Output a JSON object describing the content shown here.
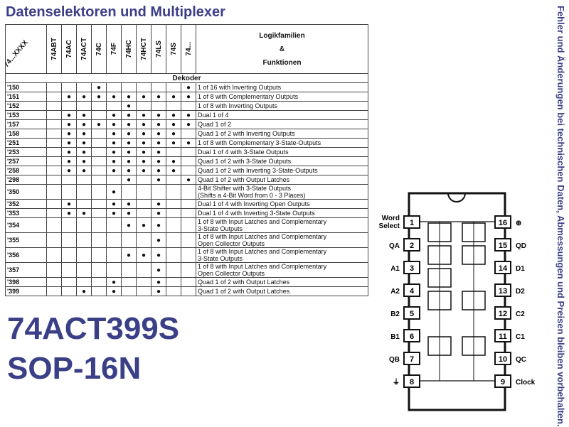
{
  "header": {
    "title": "Datenselektoren und Multiplexer"
  },
  "side_note": "Fehler und Änderungen bei technischen Daten, Abmessungen und Preisen bleiben vorbehalten.",
  "table": {
    "corner_label": "74...XXXX",
    "families": [
      "74ABT",
      "74AC",
      "74ACT",
      "74C",
      "74F",
      "74HC",
      "74HCT",
      "74LS",
      "74S",
      "74..."
    ],
    "func_header": [
      "Logikfamilien",
      "&",
      "Funktionen"
    ],
    "section": "Dekoder",
    "rows": [
      {
        "code": "'150",
        "dots": [
          0,
          0,
          0,
          1,
          0,
          0,
          0,
          0,
          0,
          1
        ],
        "func": "1 of 16 with Inverting Outputs"
      },
      {
        "code": "'151",
        "dots": [
          0,
          1,
          1,
          1,
          1,
          1,
          1,
          1,
          1,
          1
        ],
        "func": "1 of 8 with Complementary Outputs"
      },
      {
        "code": "'152",
        "dots": [
          0,
          0,
          0,
          0,
          0,
          1,
          0,
          0,
          0,
          0
        ],
        "func": "1 of 8 with Inverting Outputs"
      },
      {
        "code": "'153",
        "dots": [
          0,
          1,
          1,
          0,
          1,
          1,
          1,
          1,
          1,
          1
        ],
        "func": "Dual 1 of 4"
      },
      {
        "code": "'157",
        "dots": [
          0,
          1,
          1,
          1,
          1,
          1,
          1,
          1,
          1,
          1
        ],
        "func": "Quad 1 of 2"
      },
      {
        "code": "'158",
        "dots": [
          0,
          1,
          1,
          0,
          1,
          1,
          1,
          1,
          1,
          0
        ],
        "func": "Quad 1 of 2 with Inverting Outputs"
      },
      {
        "code": "'251",
        "dots": [
          0,
          1,
          1,
          0,
          1,
          1,
          1,
          1,
          1,
          1
        ],
        "func": "1 of 8 with Complementary 3-State-Outputs"
      },
      {
        "code": "'253",
        "dots": [
          0,
          1,
          1,
          0,
          1,
          1,
          1,
          1,
          0,
          0
        ],
        "func": "Dual 1 of 4 with 3-State Outputs"
      },
      {
        "code": "'257",
        "dots": [
          0,
          1,
          1,
          0,
          1,
          1,
          1,
          1,
          1,
          0
        ],
        "func": "Quad 1 of 2 with 3-State Outputs"
      },
      {
        "code": "'258",
        "dots": [
          0,
          1,
          1,
          0,
          1,
          1,
          1,
          1,
          1,
          0
        ],
        "func": "Quad 1 of 2 with Inverting 3-State-Outputs"
      },
      {
        "code": "'298",
        "dots": [
          0,
          0,
          0,
          0,
          0,
          1,
          0,
          1,
          0,
          1
        ],
        "func": "Quad 1 of 2 with Output Latches"
      },
      {
        "code": "'350",
        "dots": [
          0,
          0,
          0,
          0,
          1,
          0,
          0,
          0,
          0,
          0
        ],
        "func": "4-Bit Shifter with 3-State Outputs",
        "func2": "(Shifts a 4-Bit Word from 0 - 3 Places)"
      },
      {
        "code": "'352",
        "dots": [
          0,
          1,
          0,
          0,
          1,
          1,
          0,
          1,
          0,
          0
        ],
        "func": "Dual 1 of 4 with Inverting Open Outputs"
      },
      {
        "code": "'353",
        "dots": [
          0,
          1,
          1,
          0,
          1,
          1,
          0,
          1,
          0,
          0
        ],
        "func": "Dual 1 of 4 with Inverting 3-State Outputs"
      },
      {
        "code": "'354",
        "dots": [
          0,
          0,
          0,
          0,
          0,
          1,
          1,
          1,
          0,
          0
        ],
        "func": "1 of 8 with Input Latches and Complementary",
        "func2": "3-State Outputs"
      },
      {
        "code": "'355",
        "dots": [
          0,
          0,
          0,
          0,
          0,
          0,
          0,
          1,
          0,
          0
        ],
        "func": "1 of 8 with Input Latches and Complementary",
        "func2": "Open Collector Outputs"
      },
      {
        "code": "'356",
        "dots": [
          0,
          0,
          0,
          0,
          0,
          1,
          1,
          1,
          0,
          0
        ],
        "func": "1 of 8 with Input Latches and Complementary",
        "func2": "3-State Outputs"
      },
      {
        "code": "'357",
        "dots": [
          0,
          0,
          0,
          0,
          0,
          0,
          0,
          1,
          0,
          0
        ],
        "func": "1 of 8 with Input Latches and Complementary",
        "func2": "Open Collector Outputs"
      },
      {
        "code": "'398",
        "dots": [
          0,
          0,
          0,
          0,
          1,
          0,
          0,
          1,
          0,
          0
        ],
        "func": "Quad 1 of 2 with Output Latches"
      },
      {
        "code": "'399",
        "dots": [
          0,
          0,
          1,
          0,
          1,
          0,
          0,
          1,
          0,
          0
        ],
        "func": "Quad 1 of 2 with Output Latches"
      }
    ]
  },
  "part": {
    "number": "74ACT399S",
    "package": "SOP-16N"
  },
  "pinout": {
    "left_labels": [
      "Word Select",
      "QA",
      "A1",
      "A2",
      "B2",
      "B1",
      "QB",
      "⏚"
    ],
    "left_pins": [
      "1",
      "2",
      "3",
      "4",
      "5",
      "6",
      "7",
      "8"
    ],
    "right_pins": [
      "16",
      "15",
      "14",
      "13",
      "12",
      "11",
      "10",
      "9"
    ],
    "right_labels": [
      "⊕",
      "QD",
      "D1",
      "D2",
      "C2",
      "C1",
      "QC",
      "Clock"
    ]
  },
  "colors": {
    "accent": "#3a3f87"
  }
}
